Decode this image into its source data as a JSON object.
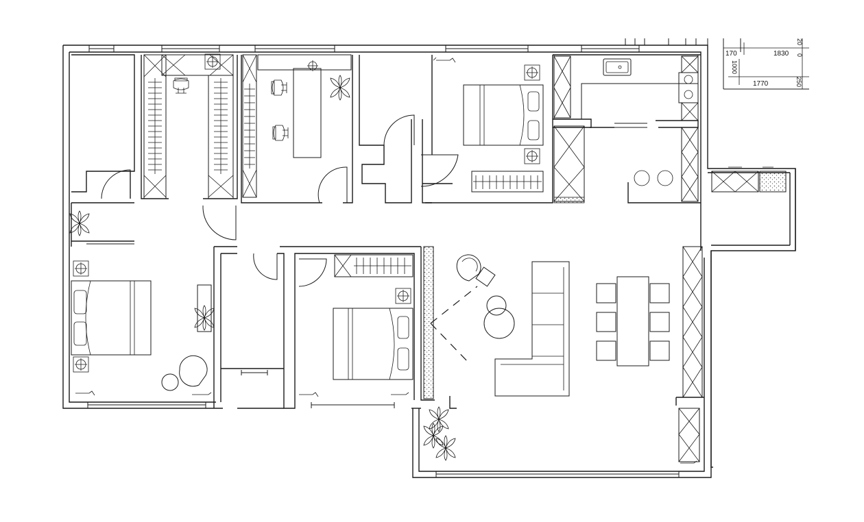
{
  "dimensions": {
    "top_left": "170",
    "top_right": "1830",
    "side": "1000",
    "bottom": "1770",
    "side_right": "250",
    "edge_a": "20",
    "edge_b": "0"
  },
  "colors": {
    "line": "#1a1a1a",
    "background": "#ffffff",
    "hatch": "#555555"
  }
}
